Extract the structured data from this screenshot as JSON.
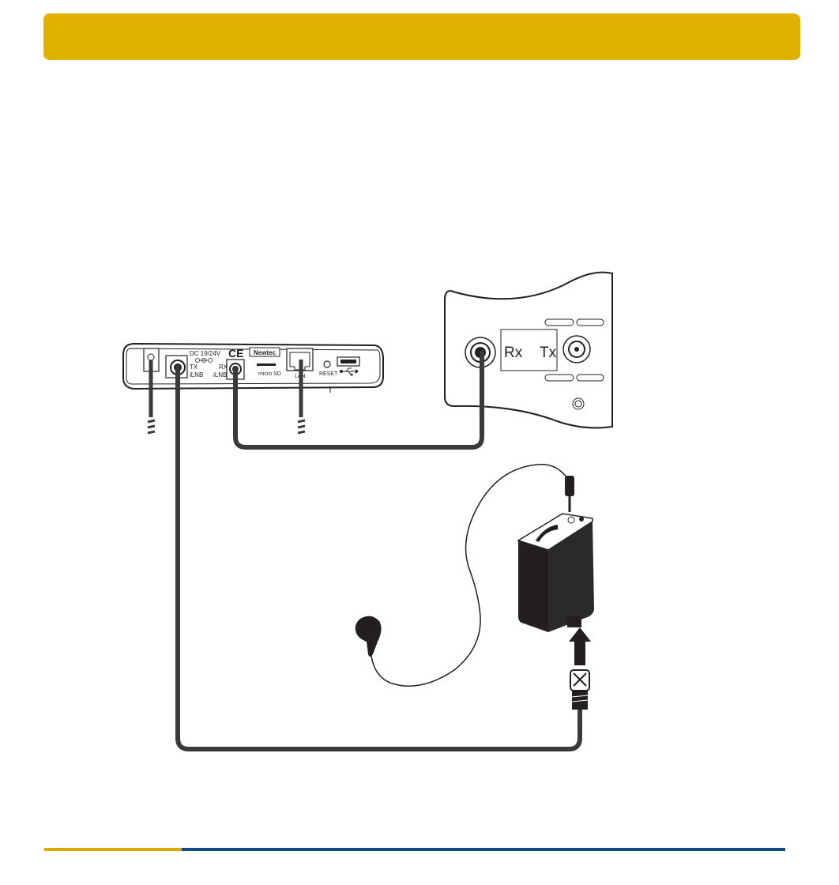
{
  "colors": {
    "header_band": "#e0b100",
    "footer_accent": "#d8ad00",
    "footer_main": "#154a7c",
    "line": "#231f20",
    "cable": "#3a3a3a"
  },
  "modem": {
    "power_label": "DC 19/24V",
    "ce_mark": "CE",
    "brand": "Newtec",
    "tx_port_label": "TX",
    "tx_port_sublabel": "iLNB",
    "rx_port_label": "RX",
    "rx_port_sublabel": "iLNB",
    "lan_label": "LAN",
    "reset_label": "RESET",
    "sd_label": "micro SD"
  },
  "transceiver": {
    "rx_label": "Rx",
    "tx_label": "Tx"
  },
  "icons": [
    "power-dc-icon",
    "ce-mark-icon",
    "ethernet-port-icon",
    "usb-icon",
    "micro-sd-icon",
    "arrow-up-icon",
    "power-plug-icon"
  ]
}
